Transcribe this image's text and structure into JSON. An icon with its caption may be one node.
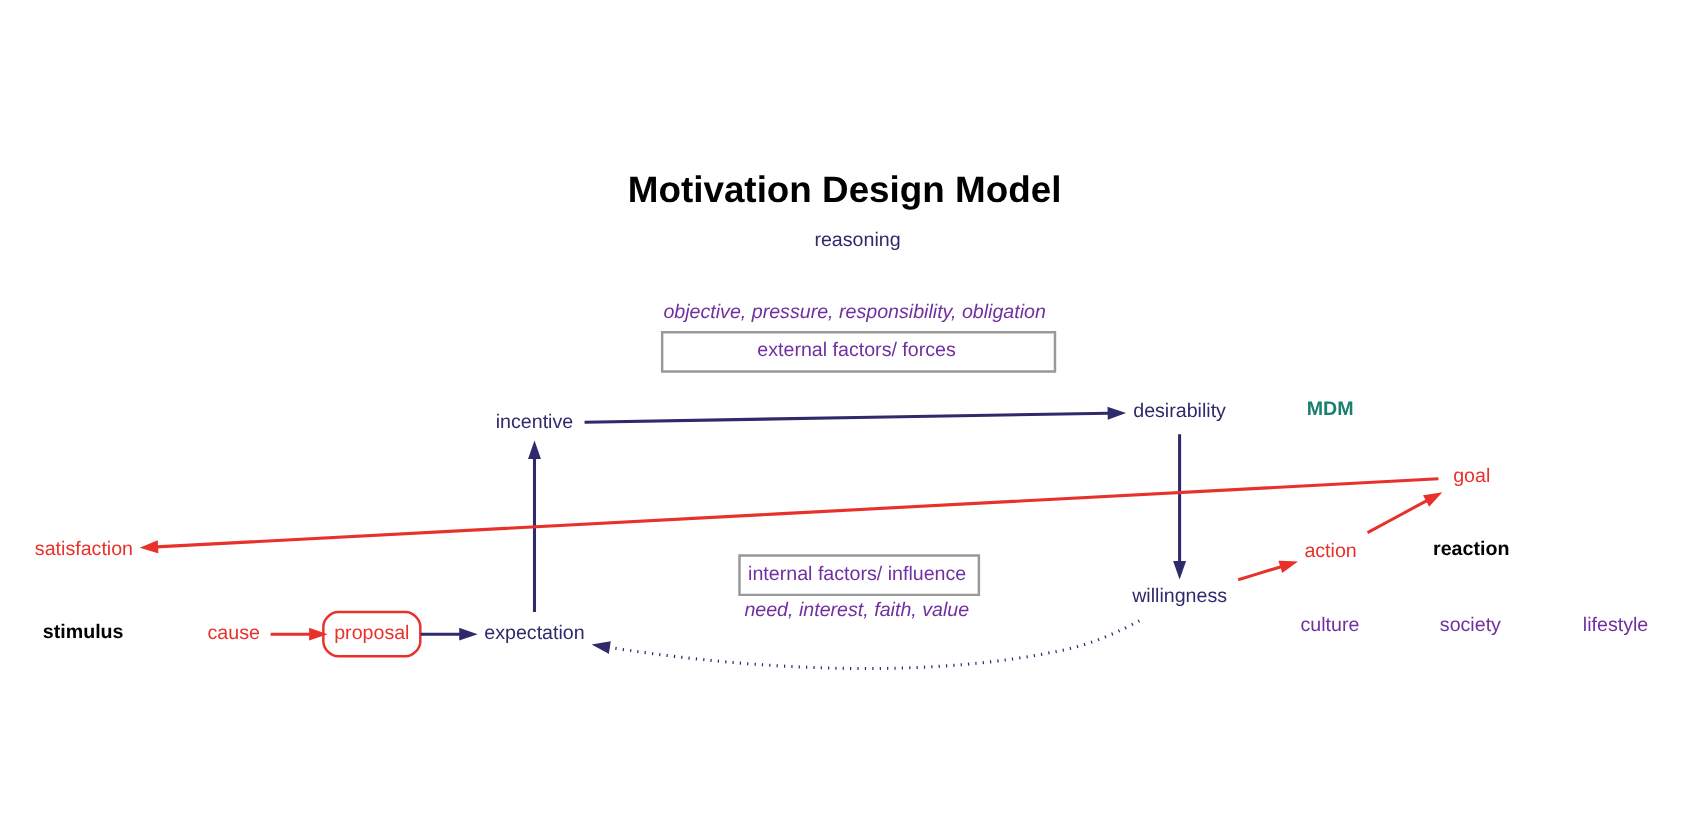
{
  "diagram": {
    "title": "Motivation Design Model",
    "nodes": [
      {
        "text": [
          "objective, pressure, responsibility, obligation",
          "external factors/ forces"
        ]
      },
      {
        "text": [
          "internal factors/ influence",
          "need, interest, faith, value"
        ]
      },
      {
        "text": [
          "cause"
        ]
      },
      {
        "text": [
          "proposal"
        ]
      },
      {
        "text": [
          "incentive"
        ]
      },
      {
        "text": [
          "desirability"
        ]
      },
      {
        "text": [
          "expectation"
        ]
      },
      {
        "text": [
          "willingness"
        ]
      },
      {
        "text": [
          "action"
        ]
      },
      {
        "text": [
          "goal"
        ]
      },
      {
        "text": [
          "satisfaction"
        ]
      }
    ],
    "edges": [
      {
        "from": 2,
        "to": 3,
        "arrow": "to",
        "color": "#e8312a"
      },
      {
        "from": 3,
        "to": 6,
        "arrow": "to"
      },
      {
        "from": 6,
        "to": 4,
        "arrow": "to"
      },
      {
        "from": 4,
        "to": 5,
        "arrow": "to"
      },
      {
        "from": 5,
        "to": 7,
        "arrow": "to"
      },
      {
        "from": 7,
        "to": 6,
        "arrow": "to",
        "style": "dashed"
      },
      {
        "from": 7,
        "to": 8,
        "arrow": "to",
        "color": "#e8312a"
      },
      {
        "from": 8,
        "to": 9,
        "arrow": "to",
        "color": "#e8312a"
      },
      {
        "from": 9,
        "to": 10,
        "arrow": "to",
        "color": "#e8312a"
      }
    ],
    "labels": [
      "MDM",
      "stimulus",
      "reaction",
      "reasoning",
      "culture",
      "society",
      "lifestyle"
    ]
  }
}
